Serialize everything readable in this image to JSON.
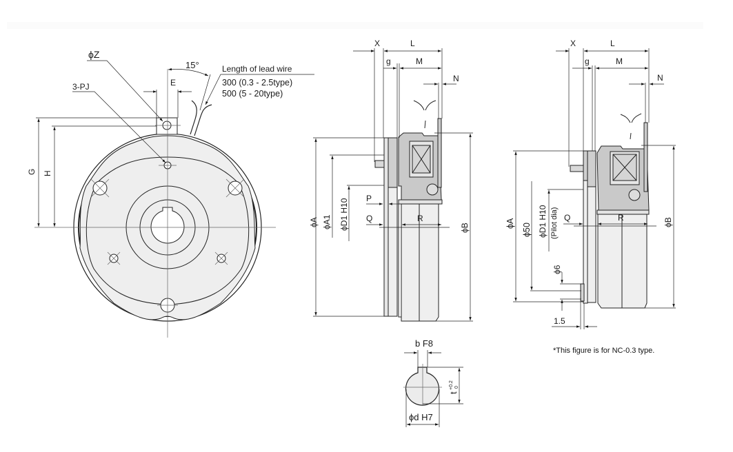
{
  "front_view": {
    "phi_z": "ϕZ",
    "three_pj": "3-PJ",
    "angle": "15°",
    "e": "E",
    "g": "G",
    "h": "H",
    "lead_wire": {
      "title": "Length of lead wire",
      "line1": "300 (0.3 - 2.5type)",
      "line2": "500 (5 - 20type)"
    }
  },
  "side_view_1": {
    "x": "X",
    "l": "L",
    "g": "g",
    "m": "M",
    "n": "N",
    "phi_a": "ϕA",
    "phi_a1": "ϕA1",
    "phi_d1": "ϕD1 H10",
    "p": "P",
    "q": "Q",
    "r": "R",
    "phi_b": "ϕB"
  },
  "side_view_2": {
    "x": "X",
    "l": "L",
    "g": "g",
    "m": "M",
    "n": "N",
    "phi_a": "ϕA",
    "phi_50": "ϕ50",
    "phi_d1": "ϕD1 H10",
    "pilot": "(Pilot dia)",
    "q": "Q",
    "r": "R",
    "phi_b": "ϕB",
    "phi_6": "ϕ6",
    "dim_1_5": "1.5"
  },
  "key_detail": {
    "b": "b F8",
    "t": "t",
    "t_tol_upper": "+0.2",
    "t_tol_lower": "0",
    "d": "ϕd H7"
  },
  "note": "*This figure is for NC-0.3 type."
}
